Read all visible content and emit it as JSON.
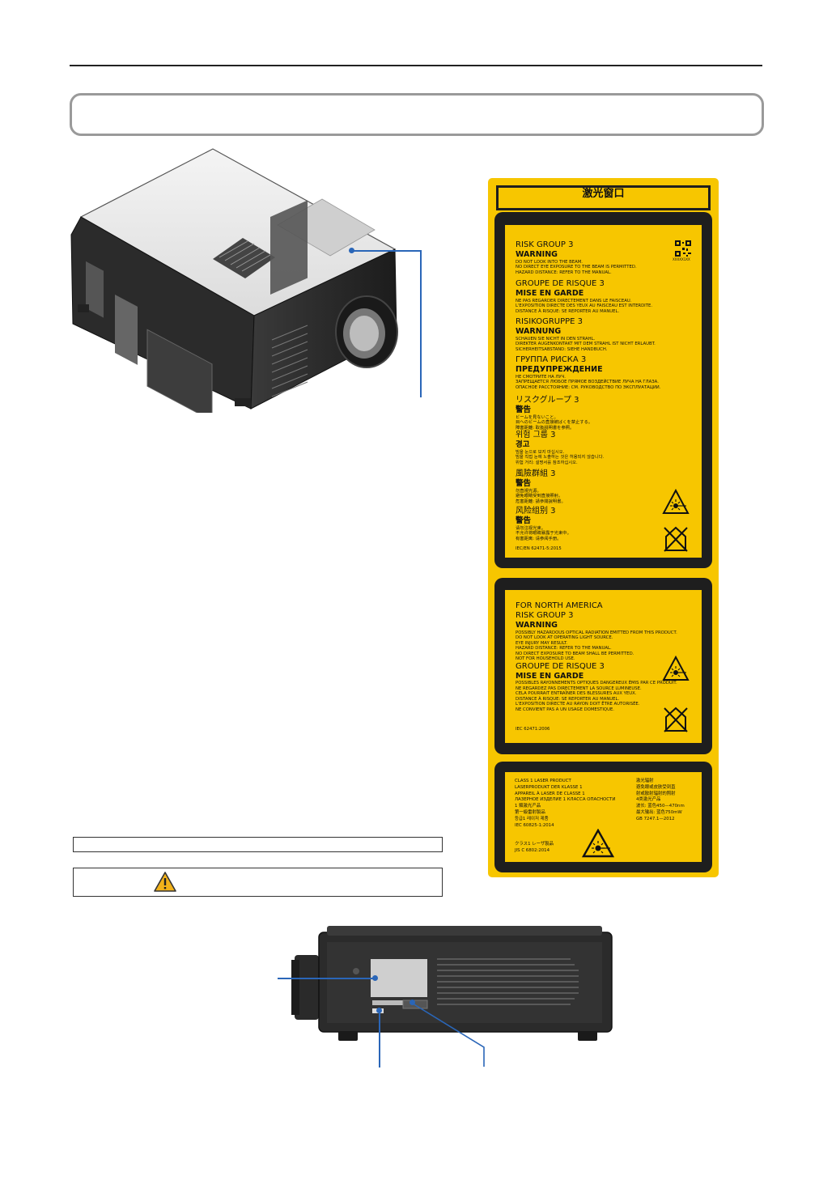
{
  "header": {
    "title_box_text": ""
  },
  "label_window": {
    "title": "激光窗口"
  },
  "panel1": {
    "blocks": [
      {
        "h1": "RISK GROUP 3",
        "h2": "WARNING",
        "lines": [
          "DO NOT LOOK INTO THE BEAM.",
          "NO DIRECT EYE EXPOSURE TO THE BEAM IS PERMITTED.",
          "HAZARD DISTANCE: REFER TO THE MANUAL."
        ]
      },
      {
        "h1": "GROUPE DE RISQUE 3",
        "h2": "MISE EN GARDE",
        "lines": [
          "NE PAS REGARDER DIRECTEMENT DANS LE FAISCEAU.",
          "L'EXPOSITION DIRECTE DES YEUX AU FAISCEAU EST INTERDITE.",
          "DISTANCE À RISQUE: SE REPORTER AU MANUEL."
        ]
      },
      {
        "h1": "RISIKOGRUPPE 3",
        "h2": "WARNUNG",
        "lines": [
          "SCHAUEN SIE NICHT IN DEN STRAHL.",
          "DIREKTER AUGENKONTAKT MIT DEM STRAHL IST NICHT ERLAUBT.",
          "SICHERHEITSABSTAND: SIEHE HANDBUCH."
        ]
      },
      {
        "h1": "ГРУППА РИСКА 3",
        "h2": "ПРЕДУПРЕЖДЕНИЕ",
        "lines": [
          "НЕ СМОТРИТЕ НА ЛУЧ.",
          "ЗАПРЕЩАЕТСЯ ЛЮБОЕ ПРЯМОЕ ВОЗДЕЙСТВИЕ ЛУЧА НА ГЛАЗА.",
          "ОПАСНОЕ РАССТОЯНИЕ: СМ. РУКОВОДСТВО ПО ЭКСПЛУАТАЦИИ."
        ]
      },
      {
        "h1": "リスクグループ 3",
        "h2": "警告",
        "lines": [
          "ビームを見ないこと。",
          "目へのビームの直接被ばくを禁止する。",
          "障害距離: 取扱説明書を参照。"
        ]
      },
      {
        "h1": "위험 그룹 3",
        "h2": "경고",
        "lines": [
          "빔을 눈으로 보지 마십시오.",
          "빔을 직접 눈에 노출하는 것은 허용되지 않습니다.",
          "위험 거리: 설명서를 참조하십시오."
        ]
      },
      {
        "h1": "風險群組 3",
        "h2": "警告",
        "lines": [
          "勿直視光源。",
          "避免眼睛受到直接照射。",
          "危害距離: 請參閱說明書。"
        ]
      },
      {
        "h1": "风险组别 3",
        "h2": "警告",
        "lines": [
          "请勿注视光束。",
          "不允许将眼睛暴露于光束中。",
          "有害距离: 请参阅手册。"
        ]
      }
    ],
    "qr_code_text": "XXXXX1XX",
    "standard": "IEC/EN 62471-5:2015"
  },
  "panel2": {
    "heading": "FOR NORTH AMERICA",
    "h1": "RISK GROUP 3",
    "h2": "WARNING",
    "lines": [
      "POSSIBLY HAZARDOUS OPTICAL RADIATION EMITTED FROM THIS PRODUCT.",
      "DO NOT LOOK AT OPERATING LIGHT SOURCE.",
      "EYE INJURY MAY RESULT.",
      "HAZARD DISTANCE: REFER TO THE MANUAL.",
      "NO DIRECT EXPOSURE TO  BEAM SHALL BE PERMITTED.",
      "NOT FOR HOUSEHOLD USE."
    ],
    "fr_h1": "GROUPE DE RISQUE 3",
    "fr_h2": "MISE EN GARDE",
    "fr_lines": [
      "POSSIBLES RAYONNEMENTS OPTIQUES DANGEREUX ÉMIS PAR CE PRODUIT.",
      "NE REGARDEZ PAS DIRECTEMENT LA SOURCE LUMINEUSE.",
      "CELA POURRAIT ENTRAÎNER DES BLESSURES AUX YEUX.",
      "DISTANCE À RISQUE: SE REPORTER AU MANUEL.",
      "L'EXPOSITION DIRECTE AU RAYON DOIT ÊTRE AUTORISÉE.",
      "NE CONVIENT PAS A UN USAGE DOMESTIQUE."
    ],
    "standard": "IEC 62471:2006"
  },
  "panel3": {
    "left_lines": [
      "CLASS 1 LASER PRODUCT",
      "LASERPRODUKT DER KLASSE 1",
      "APPAREIL À LASER DE CLASSE 1",
      "ЛАЗЕРНОЕ ИЗДЕЛИЕ 1 КЛАССА ОПАСНОСТИ",
      "1 類激光产品",
      "第一級雷射製品",
      "등급1 레이저 제품",
      "IEC 60825-1:2014"
    ],
    "jp_lines": [
      "クラス1 レーザ製品",
      "JIS C 6802:2014"
    ],
    "right_lines": [
      "激光辐射",
      "避免眼或皮肤受到直",
      "射或散射辐射的照射",
      "4类激光产品",
      "波长: 蓝色450—470nm",
      "最大输出: 蓝色750mW",
      "GB  7247.1—2012"
    ]
  },
  "colors": {
    "label_yellow": "#f7c600",
    "label_dark": "#1e1e1e",
    "leader_blue": "#2a66b8"
  }
}
